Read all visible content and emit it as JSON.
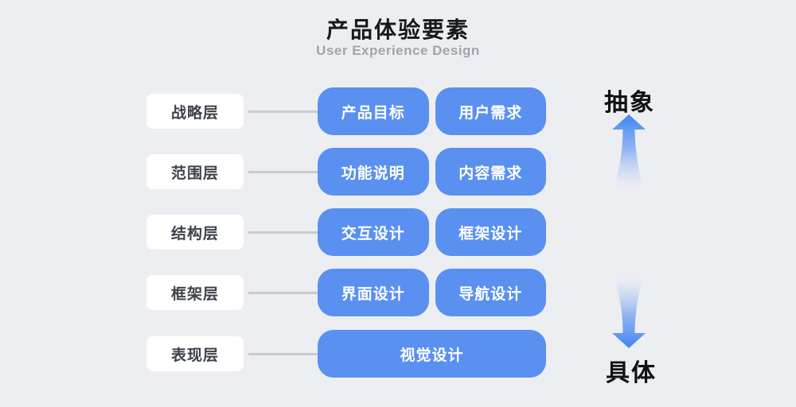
{
  "title": "产品体验要素",
  "subtitle": "User Experience Design",
  "rows": [
    {
      "layer": "战略层",
      "items": [
        "产品目标",
        "用户需求"
      ]
    },
    {
      "layer": "范围层",
      "items": [
        "功能说明",
        "内容需求"
      ]
    },
    {
      "layer": "结构层",
      "items": [
        "交互设计",
        "框架设计"
      ]
    },
    {
      "layer": "框架层",
      "items": [
        "界面设计",
        "导航设计"
      ]
    },
    {
      "layer": "表现层",
      "items": [
        "视觉设计"
      ]
    }
  ],
  "axis": {
    "top_label": "抽象",
    "bottom_label": "具体"
  },
  "icons": {
    "up_arrow": "up-arrow-icon",
    "down_arrow": "down-arrow-icon"
  },
  "colors": {
    "background": "#EDEEF2",
    "card_blue": "#5A90F0",
    "card_white": "#FFFFFF",
    "card_text": "#FFFFFF",
    "layer_text": "#3D424B",
    "connector_gray": "#C9CBD1",
    "title_black": "#17191D",
    "subtitle_gray": "#A2A4AC",
    "arrow_blue": "#4185F3"
  }
}
